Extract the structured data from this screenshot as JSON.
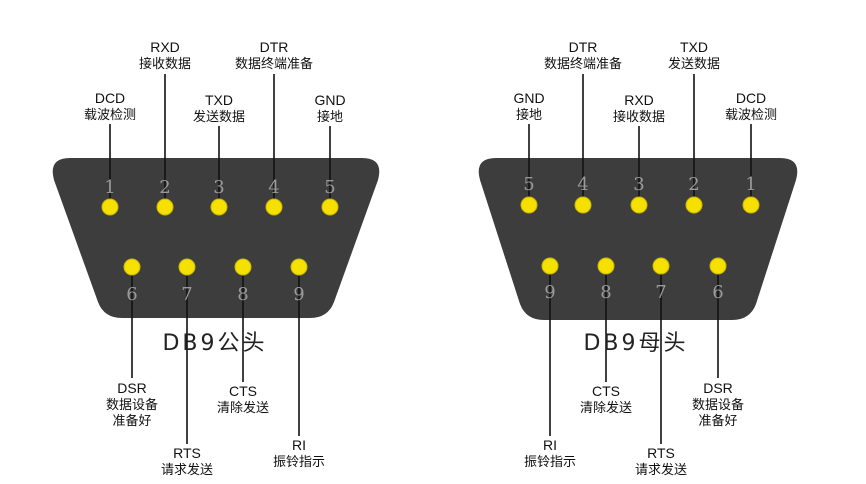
{
  "colors": {
    "shell": "#3d3d3d",
    "pin": "#f5e000",
    "pin_number": "#9a9a9a",
    "text": "#111111"
  },
  "male": {
    "title": "DB9公头",
    "pins": [
      {
        "number": "1",
        "code": "DCD",
        "name": "载波检测"
      },
      {
        "number": "2",
        "code": "RXD",
        "name": "接收数据"
      },
      {
        "number": "3",
        "code": "TXD",
        "name": "发送数据"
      },
      {
        "number": "4",
        "code": "DTR",
        "name": "数据终端准备"
      },
      {
        "number": "5",
        "code": "GND",
        "name": "接地"
      },
      {
        "number": "6",
        "code": "DSR",
        "name": "数据设备",
        "name2": "准备好"
      },
      {
        "number": "7",
        "code": "RTS",
        "name": "请求发送"
      },
      {
        "number": "8",
        "code": "CTS",
        "name": "清除发送"
      },
      {
        "number": "9",
        "code": "RI",
        "name": "振铃指示"
      }
    ]
  },
  "female": {
    "title": "DB9母头",
    "pins": [
      {
        "number": "5",
        "code": "GND",
        "name": "接地"
      },
      {
        "number": "4",
        "code": "DTR",
        "name": "数据终端准备"
      },
      {
        "number": "3",
        "code": "RXD",
        "name": "接收数据"
      },
      {
        "number": "2",
        "code": "TXD",
        "name": "发送数据"
      },
      {
        "number": "1",
        "code": "DCD",
        "name": "载波检测"
      },
      {
        "number": "9",
        "code": "RI",
        "name": "振铃指示"
      },
      {
        "number": "8",
        "code": "CTS",
        "name": "清除发送"
      },
      {
        "number": "7",
        "code": "RTS",
        "name": "请求发送"
      },
      {
        "number": "6",
        "code": "DSR",
        "name": "数据设备",
        "name2": "准备好"
      }
    ]
  }
}
